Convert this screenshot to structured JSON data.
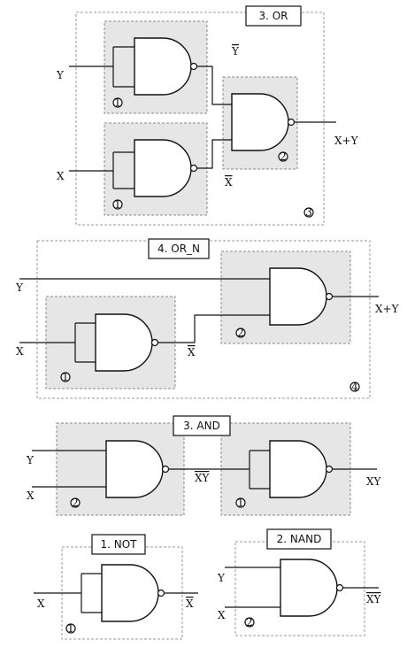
{
  "panels": {
    "or": {
      "title": "3. OR",
      "number": "3",
      "inputs": [
        "Y",
        "X"
      ],
      "inverted": [
        "Y",
        "X"
      ],
      "output": "X+Y",
      "gate_numbers": [
        "1",
        "1",
        "2"
      ]
    },
    "nor": {
      "title": "4. OR_N",
      "number": "4",
      "inputs": [
        "Y",
        "X"
      ],
      "inverted": "X",
      "output": "X+Y",
      "gate_numbers": [
        "1",
        "2"
      ]
    },
    "and": {
      "title": "3. AND",
      "inputs": [
        "Y",
        "X"
      ],
      "middle": "XY",
      "output": "XY",
      "gate_numbers": [
        "2",
        "1"
      ]
    },
    "not": {
      "title": "1. NOT",
      "input": "X",
      "output": "X",
      "gate_number": "1"
    },
    "nand": {
      "title": "2. NAND",
      "inputs": [
        "Y",
        "X"
      ],
      "output": "XY",
      "gate_number": "2"
    }
  }
}
